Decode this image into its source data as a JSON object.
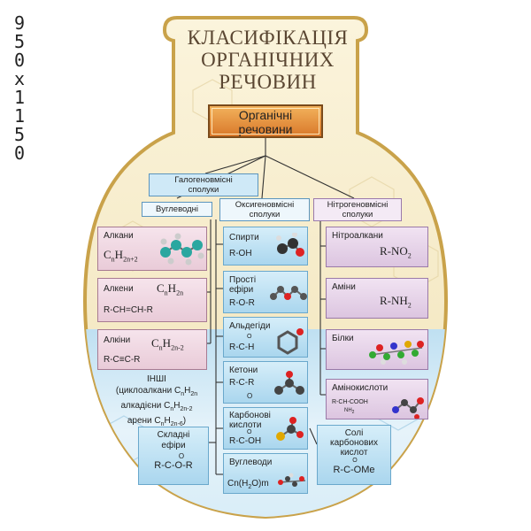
{
  "dimensions_label": [
    "9",
    "5",
    "0",
    "x",
    "1",
    "1",
    "5",
    "0"
  ],
  "title": [
    "КЛАСИФІКАЦІЯ",
    "ОРГАНІЧНИХ",
    "РЕЧОВИН"
  ],
  "root": [
    "Органічні",
    "речовини"
  ],
  "halogen": [
    "Галогеновмісні",
    "сполуки"
  ],
  "hydrocarbons": "Вуглеводні",
  "oxygen": [
    "Оксигеновмісні",
    "сполуки"
  ],
  "nitrogen": [
    "Нітрогеновмісні",
    "сполуки"
  ],
  "alkanes": {
    "name": "Алкани",
    "formula_c": "C",
    "n1": "n",
    "h": "H",
    "n2": "2n+2"
  },
  "alkenes": {
    "name": "Алкени",
    "formula_c": "C",
    "n1": "n",
    "h": "H",
    "n2": "2n",
    "struct": "R-CH=CH-R"
  },
  "alkynes": {
    "name": "Алкіни",
    "formula_c": "C",
    "n1": "n",
    "h": "H",
    "n2": "2n-2",
    "struct": "R-C≡C-R"
  },
  "others": {
    "head": "ІНШІ",
    "line1": "(циклоалкани C",
    "line1_sub": "n",
    "line1_h": "H",
    "line1_sub2": "2n",
    "line2": "алкадієни C",
    "line2_sub": "n",
    "line2_h": "H",
    "line2_sub2": "2n-2",
    "line3": "арени C",
    "line3_sub": "n",
    "line3_h": "H",
    "line3_sub2": "2n-6",
    "line3_end": ")"
  },
  "esters": {
    "name": [
      "Складні",
      "ефіри"
    ],
    "o": "O",
    "struct": "R-C-O-R"
  },
  "alcohols": {
    "name": "Спирти",
    "struct": "R-OH"
  },
  "ethers": {
    "name": [
      "Прості",
      "ефіри"
    ],
    "struct": "R-O-R"
  },
  "aldehydes": {
    "name": "Альдегіди",
    "o": "O",
    "struct": "R-C-H"
  },
  "ketones": {
    "name": "Кетони",
    "struct": [
      "R-C-R",
      "O"
    ]
  },
  "acids": {
    "name": [
      "Карбонові",
      "кислоти"
    ],
    "o": "O",
    "struct": "R-C-OH"
  },
  "carbs": {
    "name": "Вуглеводи",
    "struct": "Cn(H",
    "sub": "2",
    "struct2": "O)m"
  },
  "salts": {
    "name": [
      "Солі",
      "карбонових",
      "кислот"
    ],
    "o": "O",
    "struct": "R-C-OMe"
  },
  "nitro": {
    "name": "Нітроалкани",
    "struct": "R-NO",
    "sub": "2"
  },
  "amines": {
    "name": "Аміни",
    "struct": "R-NH",
    "sub": "2"
  },
  "proteins": {
    "name": "Білки"
  },
  "aminoacids": {
    "name": "Амінокислоти",
    "struct": "R-CH-COOH",
    "sub": "NH",
    "sub2": "2"
  },
  "colors": {
    "gold": "#c9a24a",
    "cream": "#f8efcf",
    "water": "#cfe7f5",
    "orange": "#e08b36"
  }
}
